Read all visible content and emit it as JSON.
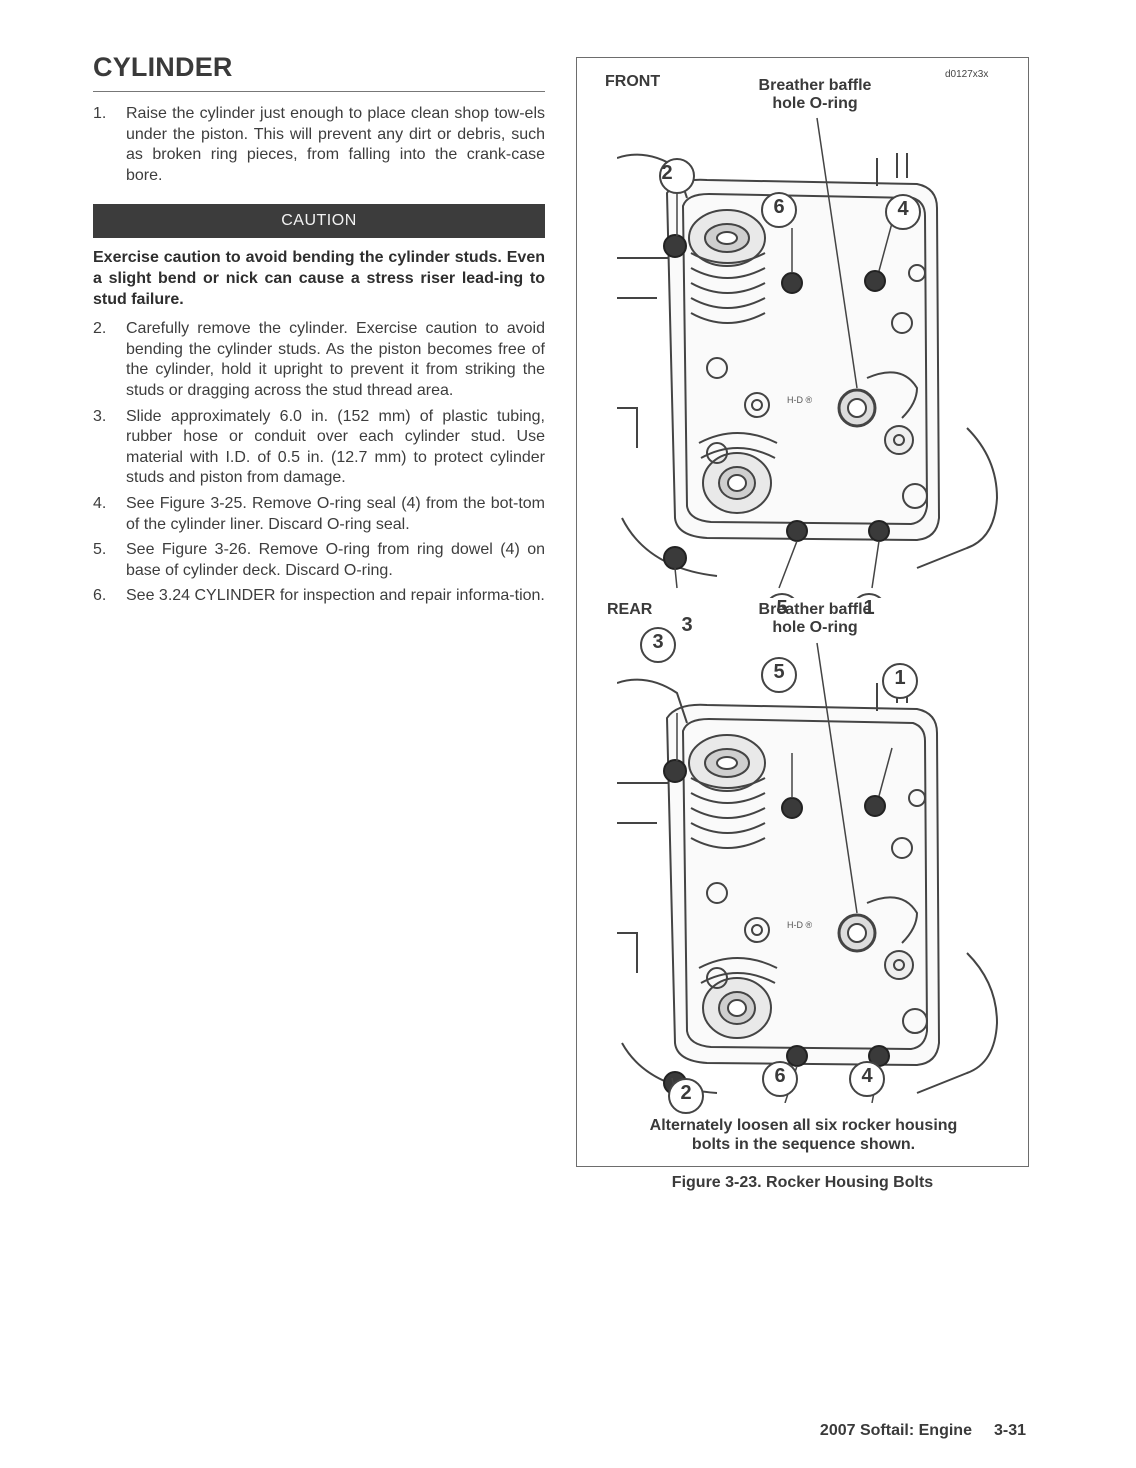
{
  "section_title": "CYLINDER",
  "steps": [
    {
      "num": "1.",
      "text": "Raise the cylinder just enough to place clean shop tow-els under the piston. This will prevent any dirt or debris, such as broken ring pieces, from falling into the crank-case bore."
    },
    {
      "num": "2.",
      "text": "Carefully remove the cylinder. Exercise caution to avoid bending the cylinder studs. As the piston becomes free of the cylinder, hold it upright to prevent it from striking the studs or dragging across the stud thread area."
    },
    {
      "num": "3.",
      "text": "Slide approximately 6.0 in. (152 mm) of plastic tubing, rubber hose or conduit over each cylinder stud. Use material with I.D. of 0.5 in. (12.7 mm) to protect cylinder studs and piston from damage."
    },
    {
      "num": "4.",
      "text": "See Figure 3-25. Remove O-ring seal (4) from the bot-tom of the cylinder liner. Discard O-ring seal."
    },
    {
      "num": "5.",
      "text": "See Figure 3-26. Remove O-ring from ring dowel (4) on base of cylinder deck. Discard O-ring."
    },
    {
      "num": "6.",
      "text": "See 3.24 CYLINDER for inspection and repair informa-tion."
    }
  ],
  "caution": {
    "label": "CAUTION",
    "text": "Exercise caution to avoid bending the cylinder studs. Even a slight bend or nick can cause a stress riser lead-ing to stud failure."
  },
  "figure": {
    "id": "d0127x3x",
    "front_label": "FRONT",
    "rear_label": "REAR",
    "callout_line1": "Breather baffle",
    "callout_line2": "hole O-ring",
    "front_callouts": {
      "tl": "2",
      "tm": "6",
      "tr": "4",
      "bl": "3",
      "bm": "5",
      "br": "1"
    },
    "rear_callouts": {
      "tl": "3",
      "tm": "5",
      "tr": "1",
      "bl": "2",
      "bm": "6",
      "br": "4"
    },
    "note_line1": "Alternately loosen all six rocker housing",
    "note_line2": "bolts in the sequence shown.",
    "title": "Figure 3-23. Rocker Housing Bolts"
  },
  "footer": {
    "manual": "2007 Softail: Engine",
    "page": "3-31"
  }
}
